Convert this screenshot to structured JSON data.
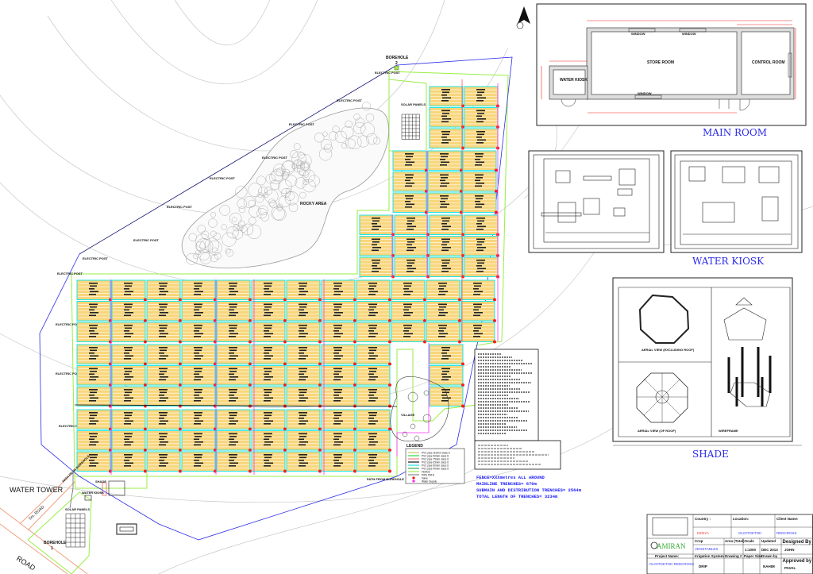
{
  "site_plan": {
    "labels": {
      "water_tower": "WATER TOWER",
      "road": "ROAD",
      "five_m_road": "5m. ROAD",
      "borehole_1": "BOREHOLE\n1",
      "borehole_1_name": "BOREHOLE",
      "borehole_1_num": "1",
      "borehole_2_name": "BOREHOLE",
      "borehole_2_num": "2",
      "solar_panels": "SOLAR PANELS",
      "rocky_area": "ROCKY AREA",
      "village": "VILLAGE",
      "electric_post": "ELECTRIC POST",
      "path_from_borehole": "PATH FROM BOREHOLE",
      "water_kiosk_small": "WATER KIOSK",
      "shade_small": "SHADE"
    },
    "electric_post_count": 12
  },
  "legend": {
    "title": "LEGEND",
    "items": [
      {
        "label": "PVC pipe 110mm class 6",
        "color": "#c8c864"
      },
      {
        "label": "PVC pipe 90mm class 6",
        "color": "#22dd44"
      },
      {
        "label": "PVC pipe 75mm class 6",
        "color": "#ff7777"
      },
      {
        "label": "PVC pipe 63mm class 6",
        "color": "#111111"
      },
      {
        "label": "PVC pipe 50mm class 6",
        "color": "#22e0e0"
      },
      {
        "label": "PVC pipe 40mm class 6",
        "color": "#33aa55"
      },
      {
        "label": "FENCE",
        "color": "#99ee44"
      },
      {
        "label": "PIPE PATH",
        "color": "#888888"
      },
      {
        "label": "Valve",
        "color": "#ff1111"
      },
      {
        "label": "Water Supply",
        "color": "#ff22ff"
      }
    ]
  },
  "notes": {
    "fence": "FENCE=XXXmetres ALL AROUND",
    "mainline": "MAINLINE TRENCHES= 670m",
    "submain": "SUBMAIN AND DISTRIBUTION TRENCHES= 2564m",
    "total": "TOTAL LENGTH OF TRENCHES= 3234m"
  },
  "main_room": {
    "title": "MAIN ROOM",
    "store_room": "STORE ROOM",
    "control_room": "CONTROL ROOM",
    "water_kiosk": "WATER KIOSK",
    "window": "WINDOW"
  },
  "water_kiosk": {
    "title": "WATER KIOSK"
  },
  "shade": {
    "title": "SHADE",
    "aerial_excluding": "AERIAL VIEW (EXCLUDING ROOF)",
    "aerial_roof": "AERIAL VIEW (OF ROOF)",
    "wireframe": "WIREFRAME"
  },
  "title_block": {
    "logo": "AMIRAN",
    "country_label": "Country :",
    "country": "KENYA",
    "location_label": "Location:",
    "location": "OLOITOKTOK",
    "client_label": "Client Name:",
    "client": "REDCROSS",
    "crop_label": "Crop",
    "crop": "VEGETABLES",
    "area_label": "Area (Total)",
    "scale_label": "Scale",
    "scale": "1:1000",
    "date_label": "Updated",
    "date": "DEC 2013",
    "designed_label": "Designed By",
    "designed": "JOHN",
    "project_label": "Project Name:",
    "project": "OLOITOKTOK-REDCROSS",
    "irrigation_label": "Irrigation System",
    "irrigation": "DRIP",
    "drawing_label": "Drawing #",
    "paper_label": "Paper Size",
    "drawn_label": "Drawn by",
    "drawn": "NAHIM",
    "approved_label": "Approved by",
    "approved": "PAVAL"
  },
  "colors": {
    "plot_fill": "#f8d67c",
    "plot_border": "#22e6e6",
    "valve": "#ff1a1a",
    "fence": "#99ee44",
    "power_line": "#2a2ae8",
    "label_blue": "#2a2ae8"
  }
}
